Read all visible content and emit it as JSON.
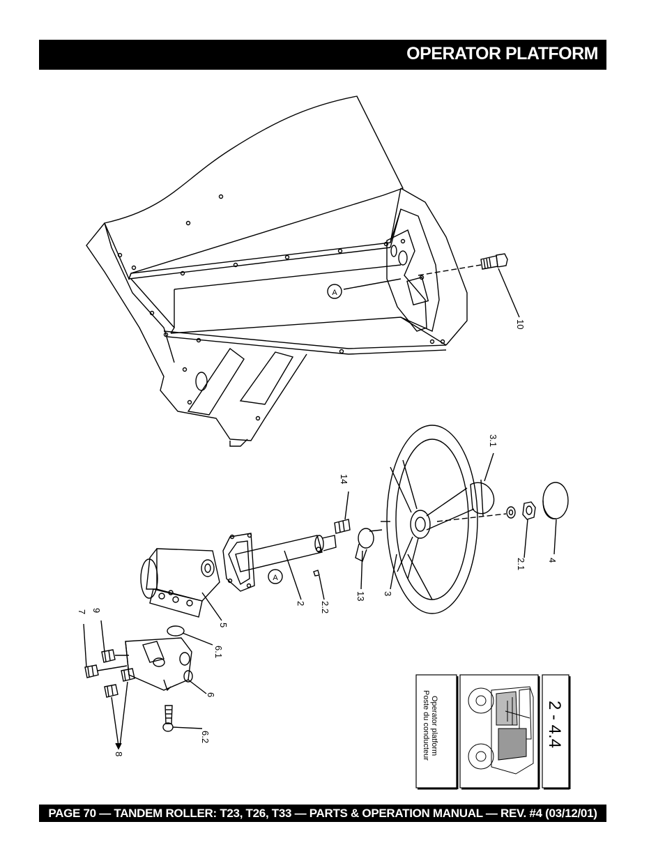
{
  "header": {
    "title": "OPERATOR PLATFORM"
  },
  "footer": {
    "text": "PAGE 70 — TANDEM ROLLER: T23, T26, T33 — PARTS & OPERATION MANUAL — REV. #4 (03/12/01)"
  },
  "reference_box": {
    "section_number": "2 - 4.4",
    "caption_line1": "Operator platform",
    "caption_line2": "Poste du conducteur"
  },
  "callouts": {
    "c10": "10",
    "c3_1": "3.1",
    "c14": "14",
    "c2_1": "2.1",
    "c4": "4",
    "c3": "3",
    "c13": "13",
    "c2_2": "2.2",
    "c2": "2",
    "c5": "5",
    "c6_1": "6.1",
    "c6": "6",
    "c6_2": "6.2",
    "c9": "9",
    "c7": "7",
    "c8": "8",
    "ref_a": "A"
  }
}
